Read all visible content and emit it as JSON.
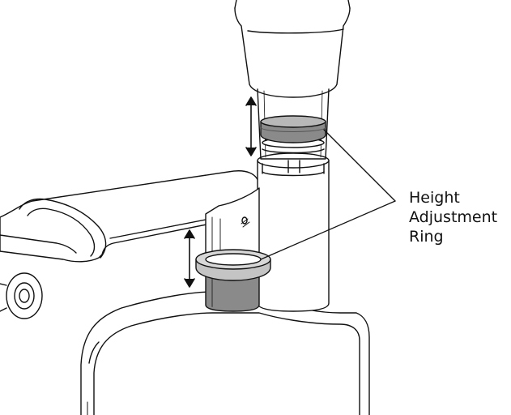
{
  "callout": {
    "lines": [
      "Height",
      "Adjustment",
      "Ring"
    ]
  },
  "icons": {
    "upper_arrow": "double-arrow-vertical",
    "lower_arrow": "double-arrow-vertical",
    "side_knob": "knob"
  },
  "colors": {
    "line": "#111111",
    "ring_fill": "#8a8a8a",
    "ring_dark": "#6e6e6e",
    "ring_light": "#c4c4c4",
    "surface": "#ffffff"
  }
}
